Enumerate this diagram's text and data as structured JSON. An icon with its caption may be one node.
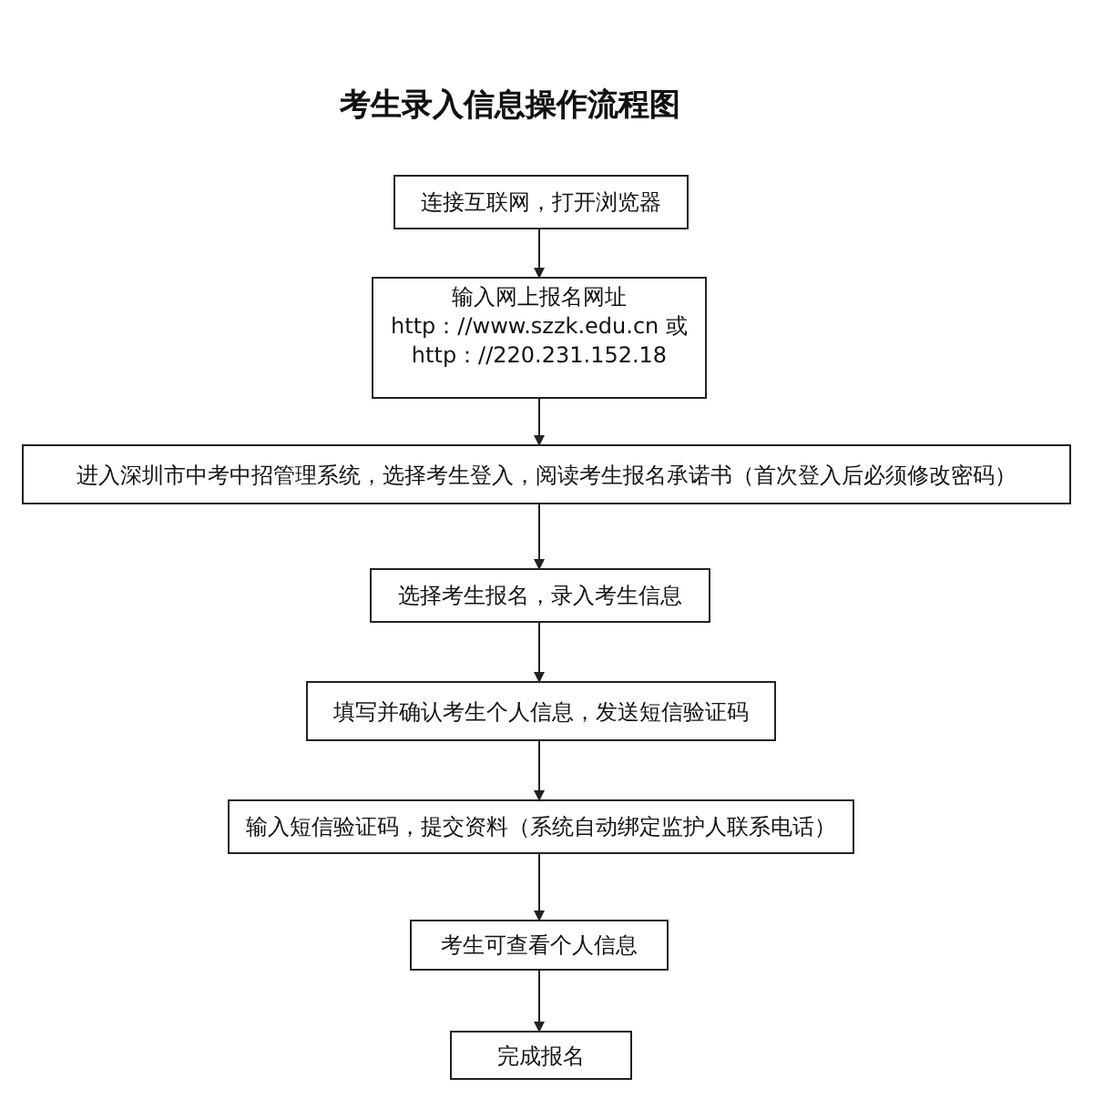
{
  "diagram": {
    "title": "考生录入信息操作流程图",
    "nodes": [
      {
        "text": [
          "连接互联网，打开浏览器"
        ]
      },
      {
        "text": [
          "输入网上报名网址",
          "http：//www.szzk.edu.cn 或",
          "http：//220.231.152.18"
        ]
      },
      {
        "text": [
          "进入深圳市中考中招管理系统，选择考生登入，阅读考生报名承诺书（首次登入后必须修改密码）"
        ]
      },
      {
        "text": [
          "选择考生报名，录入考生信息"
        ]
      },
      {
        "text": [
          "填写并确认考生个人信息，发送短信验证码"
        ]
      },
      {
        "text": [
          "输入短信验证码，提交资料（系统自动绑定监护人联系电话）"
        ]
      },
      {
        "text": [
          "考生可查看个人信息"
        ]
      },
      {
        "text": [
          "完成报名"
        ]
      }
    ],
    "edges": [
      {
        "from": 0,
        "to": 1,
        "arrow": "to"
      },
      {
        "from": 1,
        "to": 2,
        "arrow": "to"
      },
      {
        "from": 2,
        "to": 3,
        "arrow": "to"
      },
      {
        "from": 3,
        "to": 4,
        "arrow": "to"
      },
      {
        "from": 4,
        "to": 5,
        "arrow": "to"
      },
      {
        "from": 5,
        "to": 6,
        "arrow": "to"
      },
      {
        "from": 6,
        "to": 7,
        "arrow": "to"
      }
    ]
  }
}
